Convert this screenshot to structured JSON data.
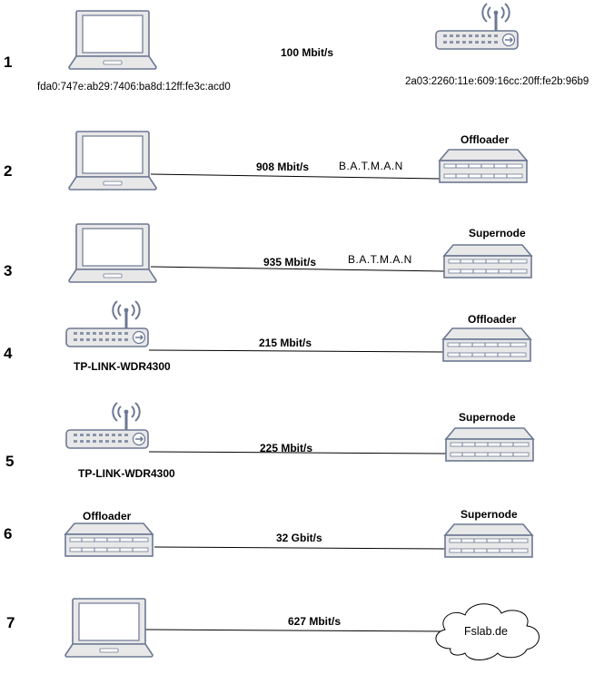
{
  "rows": [
    {
      "number": "1",
      "speed": "100 Mbit/s",
      "left_address": "fda0:747e:ab29:7406:ba8d:12ff:fe3c:acd0",
      "right_address": "2a03:2260:11e:609:16cc:20ff:fe2b:96b9"
    },
    {
      "number": "2",
      "speed": "908 Mbit/s",
      "protocol": "B.A.T.M.A.N",
      "right_label": "Offloader"
    },
    {
      "number": "3",
      "speed": "935 Mbit/s",
      "protocol": "B.A.T.M.A.N",
      "right_label": "Supernode"
    },
    {
      "number": "4",
      "speed": "215 Mbit/s",
      "left_label": "TP-LINK-WDR4300",
      "right_label": "Offloader"
    },
    {
      "number": "5",
      "speed": "225 Mbit/s",
      "left_label": "TP-LINK-WDR4300",
      "right_label": "Supernode"
    },
    {
      "number": "6",
      "speed": "32 Gbit/s",
      "left_label": "Offloader",
      "right_label": "Supernode"
    },
    {
      "number": "7",
      "speed": "627 Mbit/s",
      "right_label": "Fslab.de"
    }
  ],
  "icons": {
    "laptop": "laptop-icon",
    "router": "router-icon",
    "server": "server-icon",
    "cloud": "cloud-icon"
  },
  "colors": {
    "device_fill": "#e8e8e8",
    "device_stroke": "#6c7893",
    "screen_fill": "#ffffff",
    "line": "#000000"
  }
}
